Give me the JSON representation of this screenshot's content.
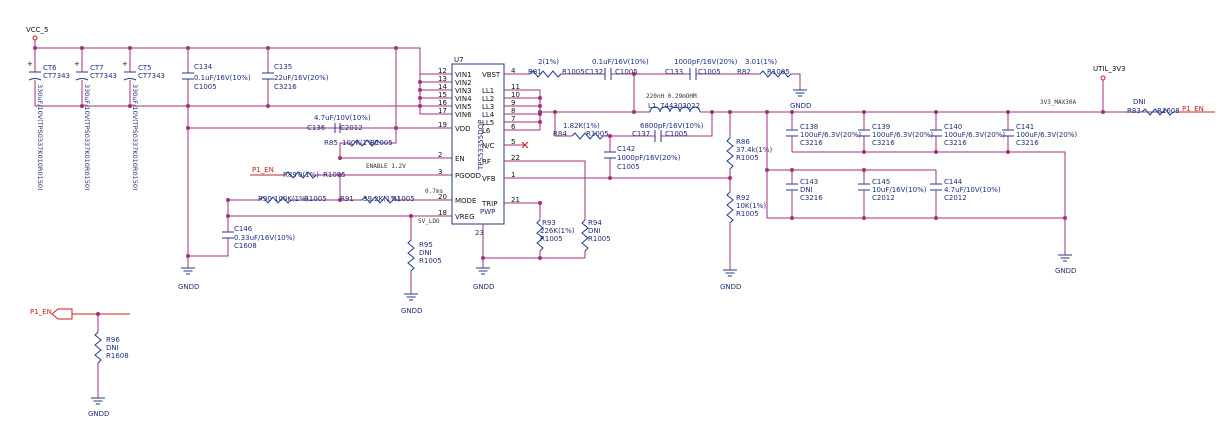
{
  "nets": {
    "vcc": "VCC_5",
    "util": "UTIL_3V3",
    "p1en": "P1_EN",
    "p1en_hier": "P1_EN",
    "p1en_out": "P1_EN",
    "gnd": "GNDD",
    "v3v3": "3V3_MAX30A",
    "enable_note": "ENABLE 1.2V",
    "ldo_note": "5V_LDO",
    "ms_note": "0.7ms",
    "ind_note": "220nH 0.29mOHM"
  },
  "ic": {
    "ref": "U7",
    "part": "TPS53355DQP",
    "pins_left": [
      {
        "num": "12",
        "name": "VIN1"
      },
      {
        "num": "13",
        "name": "VIN2"
      },
      {
        "num": "14",
        "name": "VIN3"
      },
      {
        "num": "15",
        "name": "VIN4"
      },
      {
        "num": "16",
        "name": "VIN5"
      },
      {
        "num": "17",
        "name": "VIN6"
      },
      {
        "num": "19",
        "name": "VDD"
      },
      {
        "num": "2",
        "name": "EN"
      },
      {
        "num": "3",
        "name": "PGOOD"
      },
      {
        "num": "20",
        "name": "MODE"
      },
      {
        "num": "18",
        "name": "VREG"
      }
    ],
    "pins_right": [
      {
        "num": "4",
        "name": "VBST"
      },
      {
        "num": "11",
        "name": "LL1"
      },
      {
        "num": "10",
        "name": "LL2"
      },
      {
        "num": "9",
        "name": "LL3"
      },
      {
        "num": "8",
        "name": "LL4"
      },
      {
        "num": "7",
        "name": "LL5"
      },
      {
        "num": "6",
        "name": "L6"
      },
      {
        "num": "5",
        "name": "N/C"
      },
      {
        "num": "22",
        "name": "RF"
      },
      {
        "num": "1",
        "name": "VFB"
      },
      {
        "num": "21",
        "name": "TRIP"
      }
    ],
    "pwp": "PWP",
    "pin_bottom": "23"
  },
  "caps_polar": [
    {
      "ref": "CT6",
      "pkg": "CT7343",
      "val": "330uF/10V(TPS0337K010R0150)"
    },
    {
      "ref": "CT7",
      "pkg": "CT7343",
      "val": "330uF/10V(TPS0337K010R0150)"
    },
    {
      "ref": "CT5",
      "pkg": "CT7343",
      "val": "330uF/10V(TPS0337K010R0150)"
    }
  ],
  "parts": {
    "C134": {
      "ref": "C134",
      "val": "0.1uF/16V(10%)",
      "pkg": "C1005"
    },
    "C135": {
      "ref": "C135",
      "val": "22uF/16V(20%)",
      "pkg": "C3216"
    },
    "C136": {
      "ref": "C136",
      "val": "4.7uF/10V(10%)",
      "pkg": "C2012"
    },
    "R85": {
      "ref": "R85",
      "val": "100K(1%)",
      "pkg": "R1005"
    },
    "R89": {
      "ref": "R89",
      "val": "0(1%)",
      "pkg": "R1005"
    },
    "R90": {
      "ref": "R90",
      "val": "100K(1%)",
      "pkg": "R1005"
    },
    "R91": {
      "ref": "R91",
      "val": "39.2K(1%)",
      "pkg": "R1005"
    },
    "C146": {
      "ref": "C146",
      "val": "0.33uF/16V(10%)",
      "pkg": "C1608"
    },
    "R95": {
      "ref": "R95",
      "val": "DNI",
      "pkg": "R1005"
    },
    "R81": {
      "ref": "R81",
      "val": "2(1%)",
      "pkg": "R1005"
    },
    "C132": {
      "ref": "C132",
      "val": "0.1uF/16V(10%)",
      "pkg": "C1005"
    },
    "C133": {
      "ref": "C133",
      "val": "1000pF/16V(20%)",
      "pkg": "C1005"
    },
    "R82": {
      "ref": "R82",
      "val": "3.01(1%)",
      "pkg": "R1005"
    },
    "L1": {
      "ref": "L1",
      "val": "744303022"
    },
    "R84": {
      "ref": "R84",
      "val": "1.82K(1%)",
      "pkg": "R1005"
    },
    "C137": {
      "ref": "C137",
      "val": "6800pF/16V(10%)",
      "pkg": "C1005"
    },
    "C142": {
      "ref": "C142",
      "val": "1000pF/16V(20%)",
      "pkg": "C1005"
    },
    "R93": {
      "ref": "R93",
      "val": "226K(1%)",
      "pkg": "R1005"
    },
    "R94": {
      "ref": "R94",
      "val": "DNI",
      "pkg": "R1005"
    },
    "R86": {
      "ref": "R86",
      "val": "37.4k(1%)",
      "pkg": "R1005"
    },
    "R92": {
      "ref": "R92",
      "val": "10K(1%)",
      "pkg": "R1005"
    },
    "C138": {
      "ref": "C138",
      "val": "100uF/6.3V(20%)",
      "pkg": "C3216"
    },
    "C139": {
      "ref": "C139",
      "val": "100uF/6.3V(20%)",
      "pkg": "C3216"
    },
    "C140": {
      "ref": "C140",
      "val": "100uF/6.3V(20%)",
      "pkg": "C3216"
    },
    "C141": {
      "ref": "C141",
      "val": "100uF/6.3V(20%)",
      "pkg": "C3216"
    },
    "C143": {
      "ref": "C143",
      "val": "DNI",
      "pkg": "C3216"
    },
    "C145": {
      "ref": "C145",
      "val": "10uF/16V(10%)",
      "pkg": "C2012"
    },
    "C144": {
      "ref": "C144",
      "val": "4.7uF/10V(10%)",
      "pkg": "C2012"
    },
    "R83": {
      "ref": "R83",
      "val": "DNI",
      "pkg": "R1608"
    },
    "R96": {
      "ref": "R96",
      "val": "DNI",
      "pkg": "R1608"
    }
  }
}
